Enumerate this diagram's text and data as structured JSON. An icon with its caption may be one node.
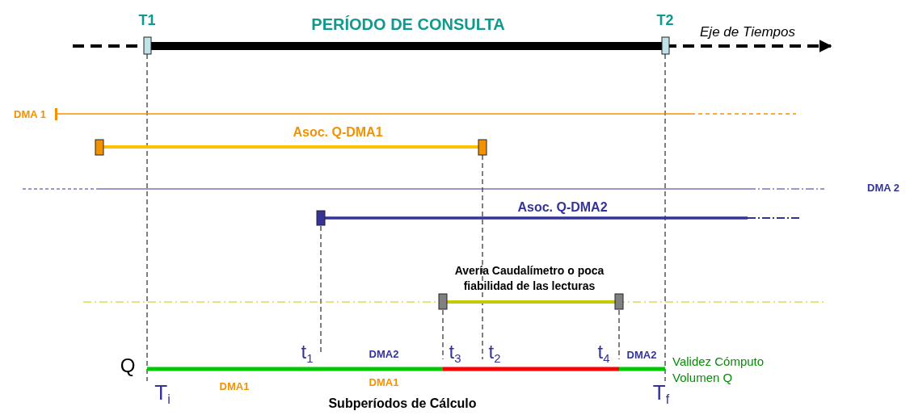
{
  "diagram": {
    "labels": [
      "T1",
      "PERÍODO DE CONSULTA",
      "T2",
      "Eje de Tiempos",
      "DMA 1",
      "Asoc. Q-DMA1",
      "DMA 2",
      "Asoc. Q-DMA2",
      "Avería Caudalímetro o poca fiabilidad de las lecturas",
      "Q",
      "t$_{1}$",
      "DMA2",
      "t$_{3}$",
      "t$_{2}$",
      "t$_{4}$",
      "DMA2",
      "Validez Cómputo Volumen Q",
      "DMA1",
      "DMA1",
      "T$_{i}$",
      "T$_{f}$",
      "Subperíodos de Cálculo"
    ]
  }
}
